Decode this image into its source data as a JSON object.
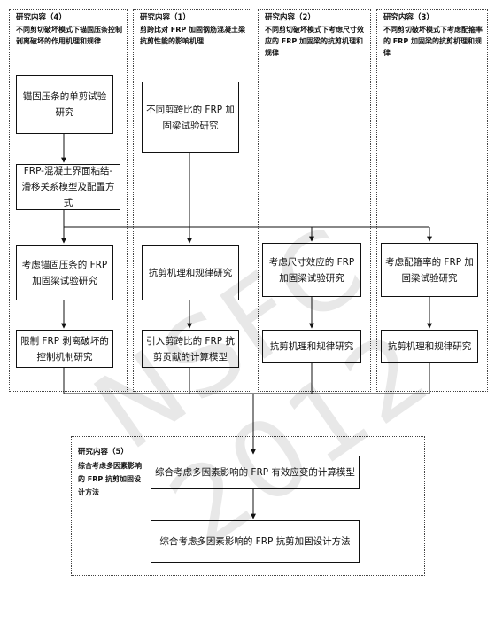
{
  "panels": [
    {
      "id": "p4",
      "label": "研究内容（4）",
      "desc": "不同剪切破坏模式下锚固压条控制剥离破坏的作用机理和规律"
    },
    {
      "id": "p1",
      "label": "研究内容（1）",
      "desc": "剪跨比对 FRP 加固钢筋混凝土梁抗剪性能的影响机理"
    },
    {
      "id": "p2",
      "label": "研究内容（2）",
      "desc": "不同剪切破坏模式下考虑尺寸效应的 FRP 加固梁的抗剪机理和规律"
    },
    {
      "id": "p3",
      "label": "研究内容（3）",
      "desc": "不同剪切破坏模式下考虑配箍率的 FRP 加固梁的抗剪机理和规律"
    },
    {
      "id": "p5",
      "label": "研究内容（5）",
      "desc": "综合考虑多因素影响的 FRP 抗剪加固设计方法"
    }
  ],
  "boxes": {
    "b4a": "锚固压条的单剪试验研究",
    "b4b": "FRP-混凝土界面粘结-滑移关系模型及配置方式",
    "b4c": "考虑锚固压条的 FRP 加固梁试验研究",
    "b4d": "限制 FRP 剥离破坏的控制机制研究",
    "b1a": "不同剪跨比的 FRP 加固梁试验研究",
    "b1b": "抗剪机理和规律研究",
    "b1c": "引入剪跨比的 FRP 抗剪贡献的计算模型",
    "b2a": "考虑尺寸效应的 FRP 加固梁试验研究",
    "b2b": "抗剪机理和规律研究",
    "b3a": "考虑配箍率的 FRP 加固梁试验研究",
    "b3b": "抗剪机理和规律研究",
    "b5a": "综合考虑多因素影响的 FRP 有效应变的计算模型",
    "b5b": "综合考虑多因素影响的 FRP 抗剪加固设计方法"
  },
  "watermark": "NSFC 2012"
}
